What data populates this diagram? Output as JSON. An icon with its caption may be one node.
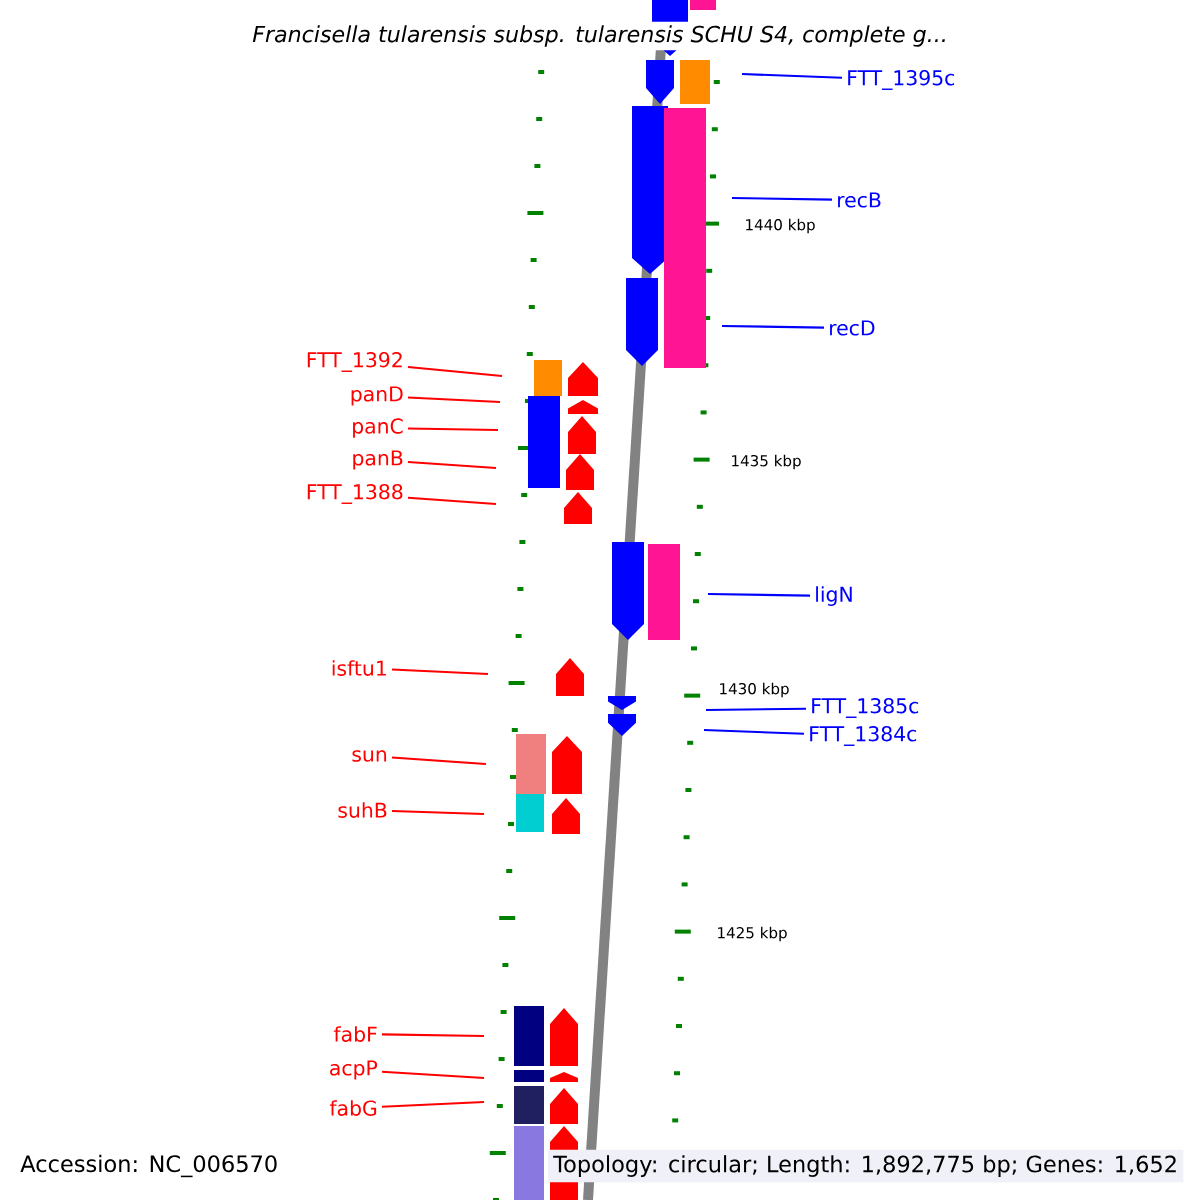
{
  "diagram": {
    "title": "Francisella tularensis subsp. tularensis SCHU S4, complete g...",
    "nodes": [
      {
        "text": [
          "FTT_1395c"
        ]
      },
      {
        "text": [
          "recB"
        ]
      },
      {
        "text": [
          "recD"
        ]
      },
      {
        "text": [
          "FTT_1392"
        ]
      },
      {
        "text": [
          "panD"
        ]
      },
      {
        "text": [
          "panC"
        ]
      },
      {
        "text": [
          "panB"
        ]
      },
      {
        "text": [
          "FTT_1388"
        ]
      },
      {
        "text": [
          "ligN"
        ]
      },
      {
        "text": [
          "isftu1"
        ]
      },
      {
        "text": [
          "FTT_1385c"
        ]
      },
      {
        "text": [
          "FTT_1384c"
        ]
      },
      {
        "text": [
          "sun"
        ]
      },
      {
        "text": [
          "suhB"
        ]
      },
      {
        "text": [
          "fabF"
        ]
      },
      {
        "text": [
          "acpP"
        ]
      },
      {
        "text": [
          "fabG"
        ]
      }
    ],
    "edges": [
      {
        "from": 0,
        "to": null,
        "arrow": "none",
        "color": "#0000ff"
      },
      {
        "from": 1,
        "to": null,
        "arrow": "none",
        "color": "#0000ff"
      },
      {
        "from": 2,
        "to": null,
        "arrow": "none",
        "color": "#0000ff"
      },
      {
        "from": 3,
        "to": null,
        "arrow": "none"
      },
      {
        "from": 4,
        "to": null,
        "arrow": "none"
      },
      {
        "from": 5,
        "to": null,
        "arrow": "none"
      },
      {
        "from": 6,
        "to": null,
        "arrow": "none"
      },
      {
        "from": 7,
        "to": null,
        "arrow": "none"
      },
      {
        "from": 8,
        "to": null,
        "arrow": "none",
        "color": "#0000ff"
      },
      {
        "from": 9,
        "to": null,
        "arrow": "none"
      },
      {
        "from": 10,
        "to": null,
        "arrow": "none",
        "color": "#0000ff"
      },
      {
        "from": 11,
        "to": null,
        "arrow": "none",
        "color": "#0000ff"
      },
      {
        "from": 12,
        "to": null,
        "arrow": "none"
      },
      {
        "from": 13,
        "to": null,
        "arrow": "none"
      },
      {
        "from": 14,
        "to": null,
        "arrow": "none"
      },
      {
        "from": 15,
        "to": null,
        "arrow": "none"
      },
      {
        "from": 16,
        "to": null,
        "arrow": "none"
      }
    ],
    "labels": [
      "1440 kbp",
      "1435 kbp",
      "1430 kbp",
      "1425 kbp",
      "Accession: NC_006570",
      "Topology: circular; Length: 1,892,775 bp; Genes: 1,652"
    ]
  }
}
